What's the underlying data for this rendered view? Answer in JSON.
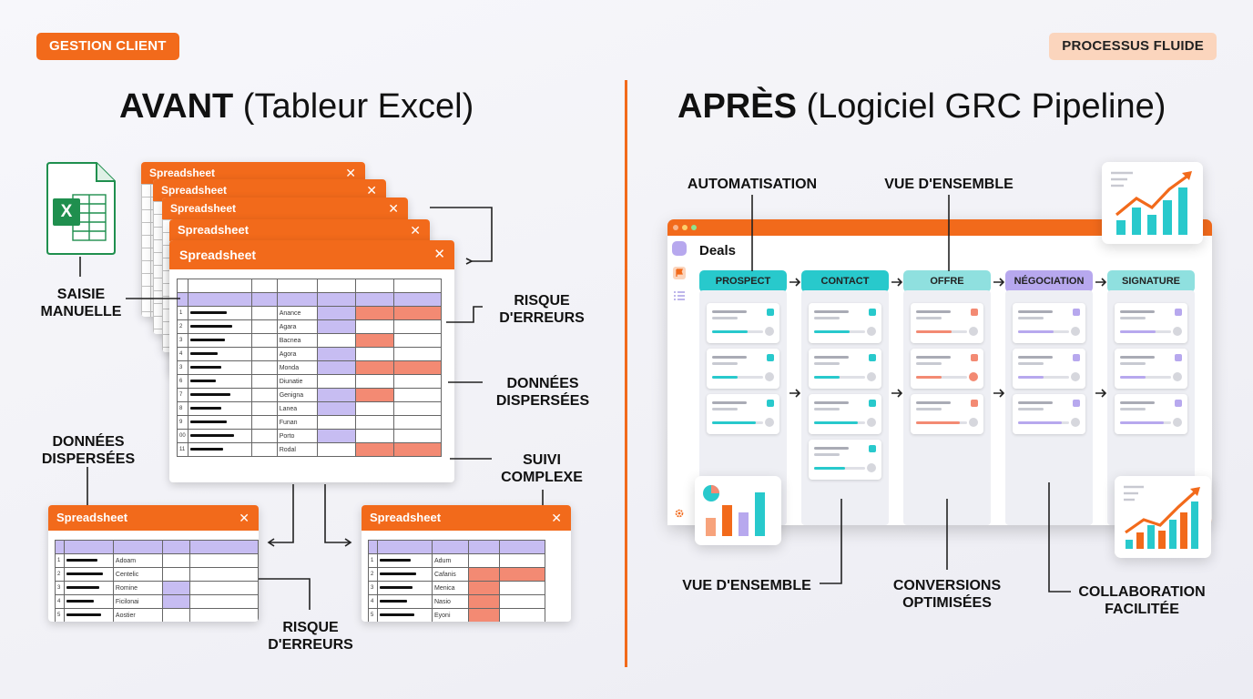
{
  "badges": {
    "left": "GESTION CLIENT",
    "right": "PROCESSUS FLUIDE"
  },
  "titles": {
    "before_bold": "AVANT",
    "before_rest": " (Tableur Excel)",
    "after_bold": "APRÈS",
    "after_rest": " (Logiciel GRC Pipeline)"
  },
  "before": {
    "window_title": "Spreadsheet",
    "close_glyph": "✕",
    "excel_letter": "X",
    "labels": {
      "saisie": [
        "SAISIE",
        "MANUELLE"
      ],
      "risque1": [
        "RISQUE",
        "D'ERREURS"
      ],
      "donnees1": [
        "DONNÉES",
        "DISPERSÉES"
      ],
      "donnees2": [
        "DONNÉES",
        "DISPERSÉES"
      ],
      "suivi": [
        "SUIVI",
        "COMPLEXE"
      ],
      "risque2": [
        "RISQUE",
        "D'ERREURS"
      ]
    },
    "main_rows": [
      {
        "n": "1",
        "name": "Anance"
      },
      {
        "n": "2",
        "name": "Agara"
      },
      {
        "n": "3",
        "name": "Bacnea"
      },
      {
        "n": "4",
        "name": "Agora"
      },
      {
        "n": "3",
        "name": "Monda"
      },
      {
        "n": "6",
        "name": "Diunatie"
      },
      {
        "n": "7",
        "name": "Genigna"
      },
      {
        "n": "8",
        "name": "Lanea"
      },
      {
        "n": "9",
        "name": "Funan"
      },
      {
        "n": "00",
        "name": "Porto"
      },
      {
        "n": "11",
        "name": "Rodal"
      }
    ],
    "left_rows": [
      {
        "n": "1",
        "name": "Adoam"
      },
      {
        "n": "2",
        "name": "Centelic"
      },
      {
        "n": "3",
        "name": "Romine"
      },
      {
        "n": "4",
        "name": "Ficilonai"
      },
      {
        "n": "5",
        "name": "Aostier"
      }
    ],
    "right_rows": [
      {
        "n": "1",
        "name": "Adum"
      },
      {
        "n": "2",
        "name": "Cafanis"
      },
      {
        "n": "3",
        "name": "Menica"
      },
      {
        "n": "4",
        "name": "Nasio"
      },
      {
        "n": "5",
        "name": "Eyoni"
      }
    ]
  },
  "after": {
    "deals_label": "Deals",
    "stages": [
      "PROSPECT",
      "CONTACT",
      "OFFRE",
      "NÉGOCIATION",
      "SIGNATURE"
    ],
    "labels": {
      "automatisation": "AUTOMATISATION",
      "vue_top": "VUE D'ENSEMBLE",
      "vue_bottom": "VUE D'ENSEMBLE",
      "conversions": [
        "CONVERSIONS",
        "OPTIMISÉES"
      ],
      "collaboration": [
        "COLLABORATION",
        "FACILITÉE"
      ]
    }
  },
  "colors": {
    "accent": "#f26a1b",
    "teal": "#28c9cc",
    "purple": "#b7a8ee",
    "coral": "#f38a73"
  }
}
